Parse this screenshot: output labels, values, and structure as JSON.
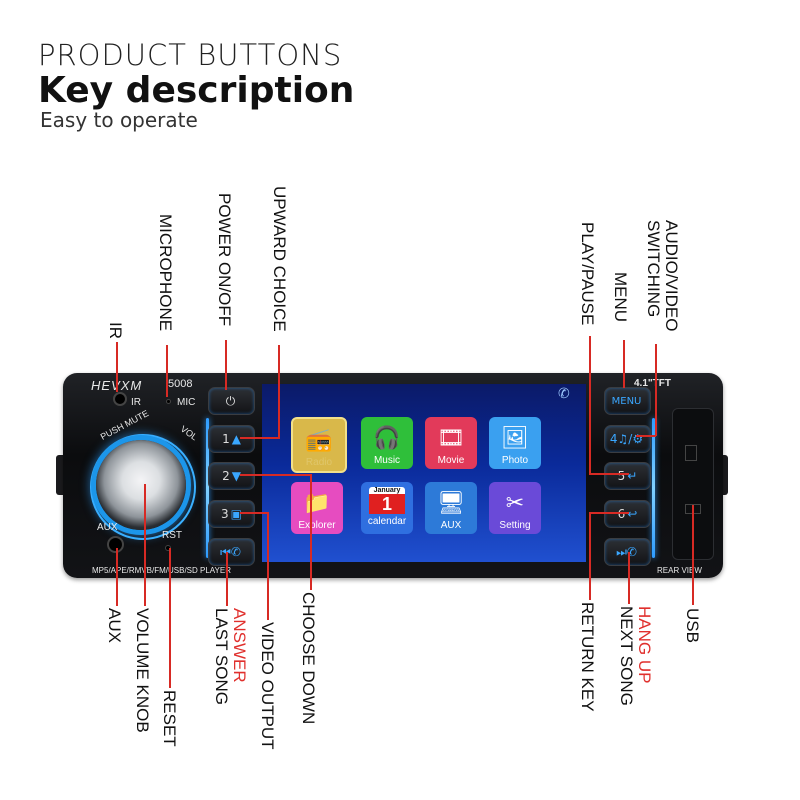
{
  "header": {
    "line1": "PRODUCT BUTTONS",
    "line2": "Key description",
    "line3": "Easy to operate"
  },
  "labels": {
    "ir": "IR",
    "microphone": "MICROPHONE",
    "power": "POWER ON/OFF",
    "upward": "UPWARD CHOICE",
    "play_pause": "PLAY/PAUSE",
    "menu": "MENU",
    "av_switch_1": "AUDIO/VIDEO",
    "av_switch_2": "SWITCHING",
    "aux": "AUX",
    "volume_knob": "VOLUME KNOB",
    "reset": "RESET",
    "answer": "ANSWER",
    "last_song": "LAST SONG",
    "video_output": "VIDEO OUTPUT",
    "choose_down": "CHOOSE DOWN",
    "return_key": "RETURN KEY",
    "hang_up": "HANG UP",
    "next_song": "NEXT SONG",
    "usb": "USB"
  },
  "colors": {
    "highlight_red": "#e0302d",
    "accent_blue": "#2e9cff"
  },
  "device": {
    "brand": "HEVXM",
    "model": "5008",
    "ir_label": "IR",
    "mic_label": "MIC",
    "push_mute": "PUSH MUTE",
    "vol": "VOL",
    "aux_label": "AUX",
    "rst_label": "RST",
    "formats": "MP5/APE/RMVB/FM/USB/SD  PLAYER",
    "screen_size": "4.1\"TFT",
    "rear_view": "REAR VIEW",
    "buttons": {
      "menu": "MENU",
      "b1": "1",
      "b2": "2",
      "b3": "3",
      "b5": "5",
      "b6": "6"
    },
    "apps": [
      {
        "name": "Radio",
        "icon": "radio-icon"
      },
      {
        "name": "Music",
        "icon": "headphones-icon"
      },
      {
        "name": "Movie",
        "icon": "film-reel-icon"
      },
      {
        "name": "Photo",
        "icon": "photo-icon"
      },
      {
        "name": "Explorer",
        "icon": "folder-icon"
      },
      {
        "name": "calendar",
        "icon": "calendar-icon",
        "month": "January",
        "day": "1"
      },
      {
        "name": "AUX",
        "icon": "aux-icon"
      },
      {
        "name": "Setting",
        "icon": "tools-icon"
      }
    ]
  }
}
